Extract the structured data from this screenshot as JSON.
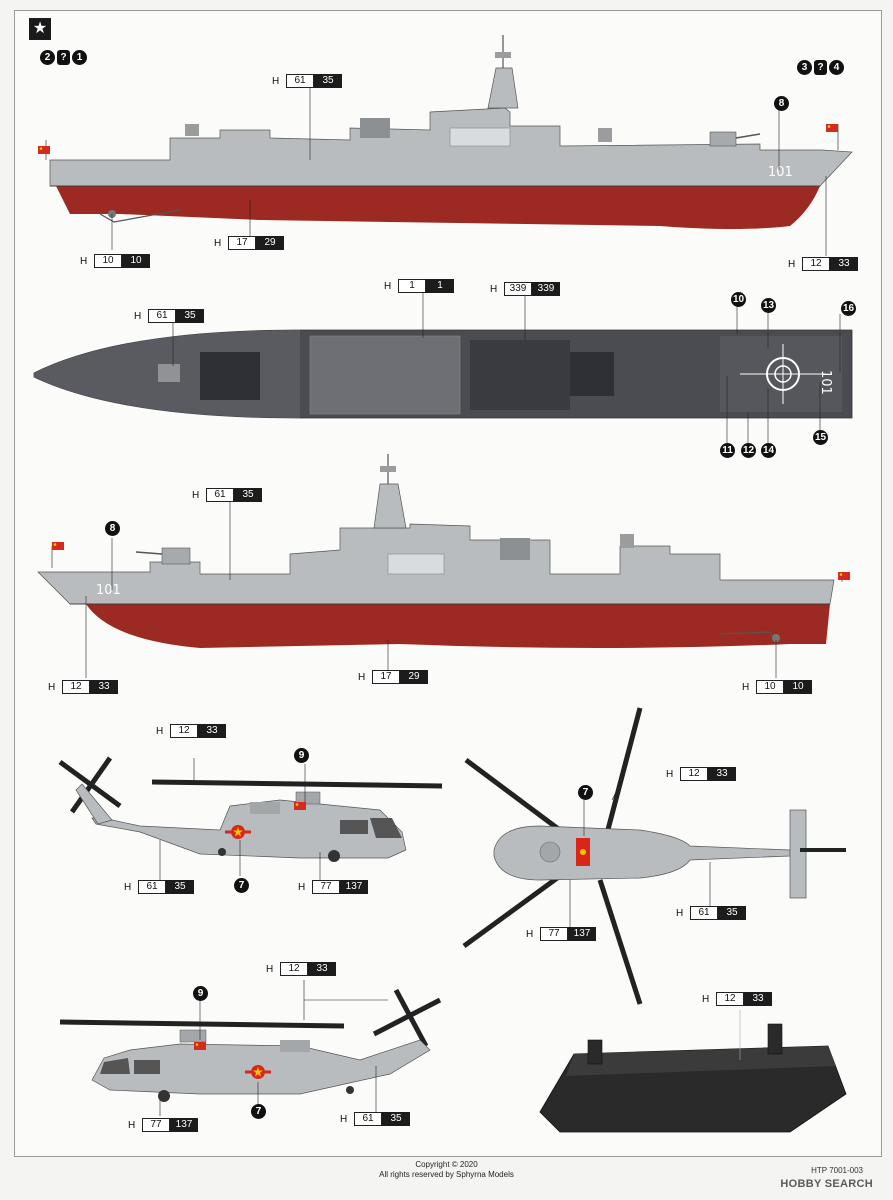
{
  "star_label": "★",
  "callouts": [
    {
      "text1": "2",
      "text2": "?",
      "text3": "1"
    },
    {
      "text1": "3",
      "text2": "?",
      "text3": "4"
    }
  ],
  "markers": {
    "m7": "7",
    "m8": "8",
    "m9": "9",
    "m10": "10",
    "m11": "11",
    "m12": "12",
    "m13": "13",
    "m14": "14",
    "m15": "15",
    "m16": "16"
  },
  "badges": {
    "ship1_top": {
      "h": "H",
      "a": "61",
      "b": "35"
    },
    "ship1_hull": {
      "h": "H",
      "a": "17",
      "b": "29"
    },
    "ship1_prop": {
      "h": "H",
      "a": "10",
      "b": "10"
    },
    "ship1_bow": {
      "h": "H",
      "a": "12",
      "b": "33"
    },
    "deck_a": {
      "h": "H",
      "a": "1",
      "b": "1"
    },
    "deck_b": {
      "h": "H",
      "a": "339",
      "b": "339"
    },
    "deck_c": {
      "h": "H",
      "a": "61",
      "b": "35"
    },
    "ship2_top": {
      "h": "H",
      "a": "61",
      "b": "35"
    },
    "ship2_bow": {
      "h": "H",
      "a": "12",
      "b": "33"
    },
    "ship2_hull": {
      "h": "H",
      "a": "17",
      "b": "29"
    },
    "ship2_prop": {
      "h": "H",
      "a": "10",
      "b": "10"
    },
    "heli1_rotor": {
      "h": "H",
      "a": "12",
      "b": "33"
    },
    "heli1_body": {
      "h": "H",
      "a": "61",
      "b": "35"
    },
    "heli1_glass": {
      "h": "H",
      "a": "77",
      "b": "137"
    },
    "heli2_rotor": {
      "h": "H",
      "a": "12",
      "b": "33"
    },
    "heli2_body": {
      "h": "H",
      "a": "61",
      "b": "35"
    },
    "heli2_glass": {
      "h": "H",
      "a": "77",
      "b": "137"
    },
    "heli3_rotor": {
      "h": "H",
      "a": "12",
      "b": "33"
    },
    "heli3_glass": {
      "h": "H",
      "a": "77",
      "b": "137"
    },
    "heli3_body": {
      "h": "H",
      "a": "61",
      "b": "35"
    },
    "stand": {
      "h": "H",
      "a": "12",
      "b": "33"
    }
  },
  "hull_number": "101",
  "footer": {
    "line1": "Copyright © 2020",
    "line2": "All rights reserved by Sphyrna Models"
  },
  "code": "HTP 7001-003",
  "watermark": "HOBBY SEARCH",
  "colors": {
    "gray": "#b9bcbe",
    "red": "#9c2a22",
    "dark": "#4a4c52",
    "black": "#2a2a2a"
  }
}
